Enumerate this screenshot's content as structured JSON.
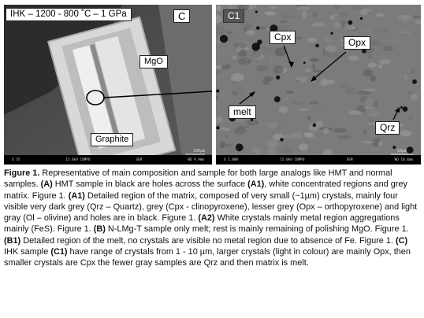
{
  "figure": {
    "left_panel": {
      "title": "IHK – 1200 - 800 ˚C – 1 GPa",
      "panel_letter": "C",
      "label_mgo": "MgO",
      "label_graphite": "Graphite",
      "sem_footer": [
        "X 35",
        "15.0kV COMPO",
        "SEM",
        "WD 9.9mm"
      ],
      "scale": "100µm"
    },
    "right_panel": {
      "panel_letter": "C1",
      "label_cpx": "Cpx",
      "label_opx": "Opx",
      "label_melt": "melt",
      "label_qrz": "Qrz",
      "sem_footer": [
        "X 1,000",
        "15.0kV COMPO",
        "SEM",
        "WD 10.4mm"
      ],
      "scale": "10µm"
    },
    "caption": {
      "s1_head": "Figure 1.",
      "s1": " Representative of main composition and sample for both large analogs like HMT and normal samples. ",
      "s2_head": "(A)",
      "s2": " HMT sample in black are holes across the surface ",
      "s2_ref": "(A1)",
      "s2b": ", white concentrated regions and grey matrix. Figure 1. ",
      "s3_head": "(A1)",
      "s3": " Detailed region of the matrix, composed of very small (~1µm) crystals, mainly four visible very dark grey (Qrz – Quartz), grey (Cpx - clinopyroxene), lesser grey (Opx – orthopyroxene) and light gray (Ol – olivine) and holes are in black. Figure 1. ",
      "s4_head": "(A2)",
      "s4": " White crystals mainly metal region aggregations mainly (FeS). Figure 1. ",
      "s5_head": "(B)",
      "s5": " N-LMg-T sample only melt; rest is mainly remaining of polishing MgO. Figure 1. ",
      "s6_head": "(B1)",
      "s6": " Detailed region of the melt, no crystals are visible no metal region due to absence of Fe. Figure 1. ",
      "s7_head": "(C)",
      "s7": " IHK sample ",
      "s7_ref": "(C1)",
      "s7b": " have range of crystals from 1 - 10 µm, larger crystals (light in colour) are mainly Opx, then smaller crystals are Cpx the fewer gray samples are Qrz and then matrix is melt."
    }
  }
}
